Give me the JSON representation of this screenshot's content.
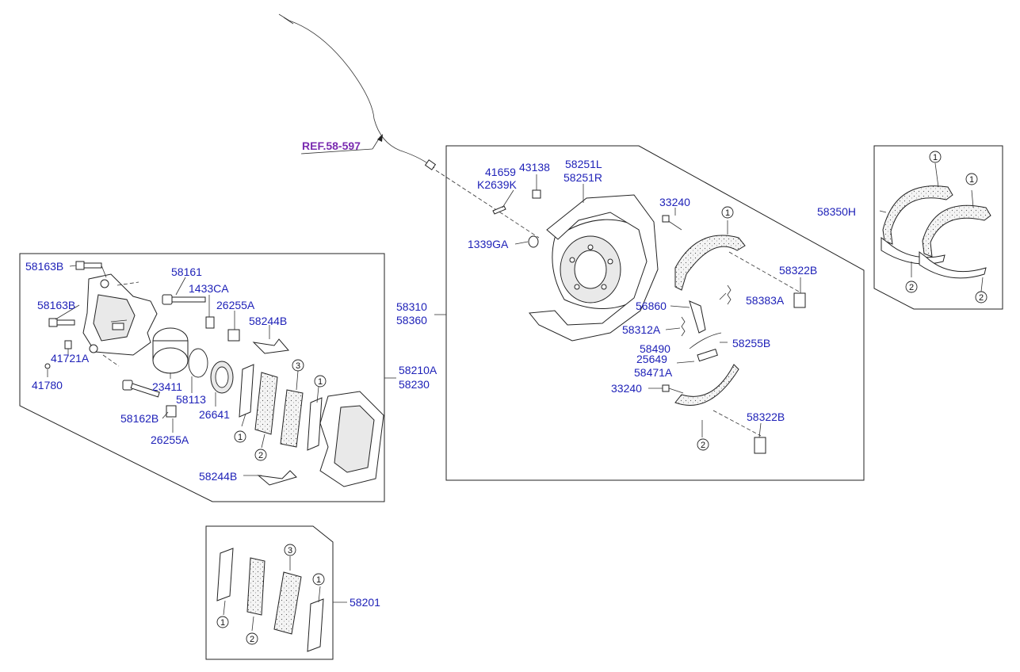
{
  "reference": {
    "label": "REF.58-597",
    "color": "#7a2bb0"
  },
  "colors": {
    "part_number": "#1f22b8",
    "lines": "#222222"
  },
  "parts": [
    {
      "key": "p58163B_1",
      "label": "58163B"
    },
    {
      "key": "p58163B_2",
      "label": "58163B"
    },
    {
      "key": "p41721A",
      "label": "41721A"
    },
    {
      "key": "p41780",
      "label": "41780"
    },
    {
      "key": "p58161",
      "label": "58161"
    },
    {
      "key": "p1433CA",
      "label": "1433CA"
    },
    {
      "key": "p26255A_1",
      "label": "26255A"
    },
    {
      "key": "p58244B_1",
      "label": "58244B"
    },
    {
      "key": "p23411",
      "label": "23411"
    },
    {
      "key": "p58113",
      "label": "58113"
    },
    {
      "key": "p26641",
      "label": "26641"
    },
    {
      "key": "p58162B",
      "label": "58162B"
    },
    {
      "key": "p26255A_2",
      "label": "26255A"
    },
    {
      "key": "p58244B_2",
      "label": "58244B"
    },
    {
      "key": "p58210A",
      "label": "58210A"
    },
    {
      "key": "p58230",
      "label": "58230"
    },
    {
      "key": "p41659",
      "label": "41659"
    },
    {
      "key": "pK2639K",
      "label": "K2639K"
    },
    {
      "key": "p43138",
      "label": "43138"
    },
    {
      "key": "p58251L",
      "label": "58251L"
    },
    {
      "key": "p58251R",
      "label": "58251R"
    },
    {
      "key": "p1339GA",
      "label": "1339GA"
    },
    {
      "key": "p58310",
      "label": "58310"
    },
    {
      "key": "p58360",
      "label": "58360"
    },
    {
      "key": "p33240_1",
      "label": "33240"
    },
    {
      "key": "p58322B_1",
      "label": "58322B"
    },
    {
      "key": "p58383A",
      "label": "58383A"
    },
    {
      "key": "p56860",
      "label": "56860"
    },
    {
      "key": "p58312A",
      "label": "58312A"
    },
    {
      "key": "p58255B",
      "label": "58255B"
    },
    {
      "key": "p58490",
      "label": "58490"
    },
    {
      "key": "p25649",
      "label": "25649"
    },
    {
      "key": "p58471A",
      "label": "58471A"
    },
    {
      "key": "p33240_2",
      "label": "33240"
    },
    {
      "key": "p58322B_2",
      "label": "58322B"
    },
    {
      "key": "p58350H",
      "label": "58350H"
    },
    {
      "key": "p58201",
      "label": "58201"
    }
  ],
  "callouts": [
    "1",
    "2",
    "3"
  ]
}
